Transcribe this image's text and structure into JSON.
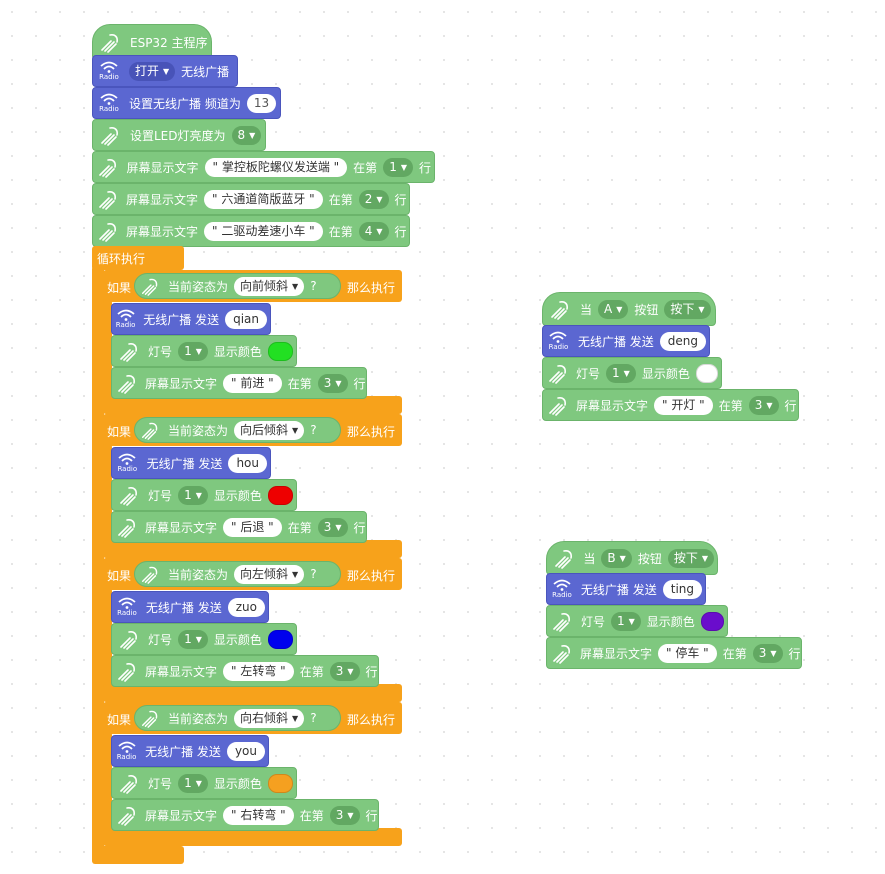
{
  "main": {
    "hat_label": "ESP32 主程序",
    "radio_on": {
      "value": "打开",
      "label": "无线广播"
    },
    "set_channel": {
      "label": "设置无线广播 频道为",
      "value": "13"
    },
    "set_led": {
      "label": "设置LED灯亮度为",
      "value": "8"
    },
    "displays": [
      {
        "label": "屏幕显示文字",
        "text": "\" 掌控板陀螺仪发送端 \"",
        "at": "在第",
        "line": "1",
        "suffix": "行"
      },
      {
        "label": "屏幕显示文字",
        "text": "\" 六通道简版蓝牙 \"",
        "at": "在第",
        "line": "2",
        "suffix": "行"
      },
      {
        "label": "屏幕显示文字",
        "text": "\" 二驱动差速小车 \"",
        "at": "在第",
        "line": "4",
        "suffix": "行"
      }
    ],
    "loop_label": "循环执行",
    "if_label": "如果",
    "then_label": "那么执行",
    "cond_label": "当前姿态为",
    "question": "?",
    "send_label": "无线广播 发送",
    "led_label": "灯号",
    "color_label": "显示颜色",
    "branches": [
      {
        "tilt": "向前倾斜",
        "msg": "qian",
        "led": "1",
        "color": "#22e022",
        "text": "\" 前进 \"",
        "line": "3"
      },
      {
        "tilt": "向后倾斜",
        "msg": "hou",
        "led": "1",
        "color": "#ee0000",
        "text": "\" 后退 \"",
        "line": "3"
      },
      {
        "tilt": "向左倾斜",
        "msg": "zuo",
        "led": "1",
        "color": "#0000ee",
        "text": "\" 左转弯 \"",
        "line": "3"
      },
      {
        "tilt": "向右倾斜",
        "msg": "you",
        "led": "1",
        "color": "#f5a020",
        "text": "\" 右转弯 \"",
        "line": "3"
      }
    ],
    "radio_icon_text": "Radio"
  },
  "button_a": {
    "when": "当",
    "button": "A",
    "btn_label": "按钮",
    "state": "按下",
    "msg": "deng",
    "led": "1",
    "color": "#ffffff",
    "text": "\" 开灯 \"",
    "line": "3"
  },
  "button_b": {
    "when": "当",
    "button": "B",
    "btn_label": "按钮",
    "state": "按下",
    "msg": "ting",
    "led": "1",
    "color": "#6a0dcc",
    "text": "\" 停车 \"",
    "line": "3"
  },
  "colors": {
    "control": "#f7a21b",
    "board": "#7fc87f",
    "radio": "#5b67d1"
  }
}
